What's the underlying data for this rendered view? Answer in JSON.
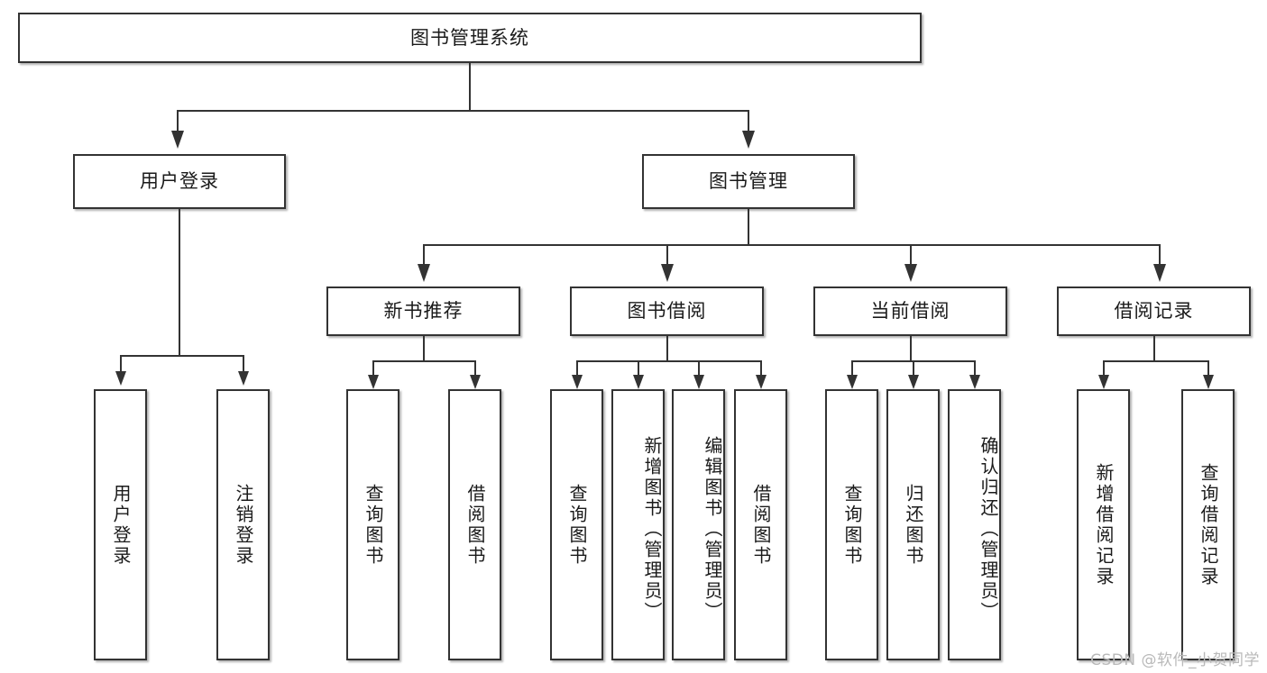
{
  "diagram": {
    "type": "tree",
    "title": "图书管理系统",
    "root": {
      "label": "图书管理系统"
    },
    "level2": [
      {
        "label": "用户登录"
      },
      {
        "label": "图书管理"
      }
    ],
    "level3": [
      {
        "label": "新书推荐"
      },
      {
        "label": "图书借阅"
      },
      {
        "label": "当前借阅"
      },
      {
        "label": "借阅记录"
      }
    ],
    "leaves": {
      "user_login": [
        {
          "label": "用户登录"
        },
        {
          "label": "注销登录"
        }
      ],
      "new_book_recommend": [
        {
          "label": "查询图书"
        },
        {
          "label": "借阅图书"
        }
      ],
      "book_borrow": [
        {
          "label": "查询图书"
        },
        {
          "label": "新增图书（管理员）"
        },
        {
          "label": "编辑图书（管理员）"
        },
        {
          "label": "借阅图书"
        }
      ],
      "current_borrow": [
        {
          "label": "查询图书"
        },
        {
          "label": "归还图书"
        },
        {
          "label": "确认归还（管理员）"
        }
      ],
      "borrow_record": [
        {
          "label": "新增借阅记录"
        },
        {
          "label": "查询借阅记录"
        }
      ]
    }
  },
  "watermark": {
    "text": "CSDN @软件_小贺同学"
  },
  "colors": {
    "box_border": "#333333",
    "box_fill": "#ffffff",
    "connector": "#333333",
    "text": "#1a1a1a",
    "watermark": "#b9b9b9"
  }
}
